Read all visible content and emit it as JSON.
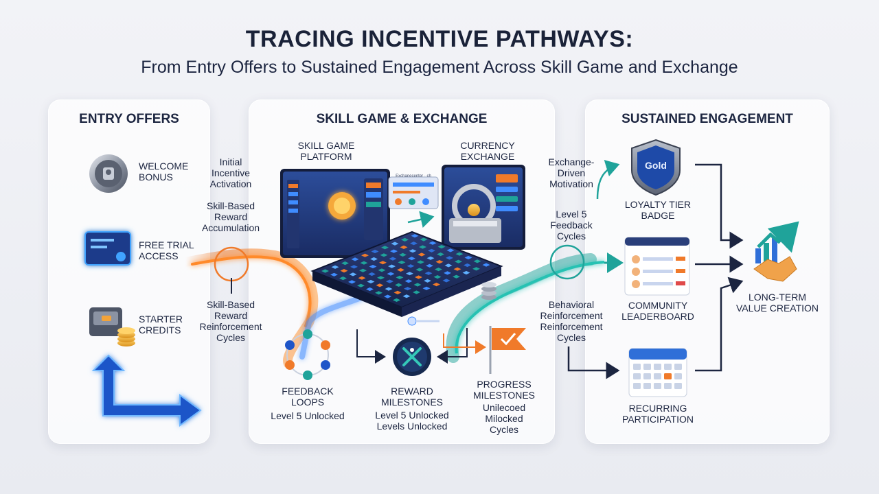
{
  "header": {
    "title": "TRACING INCENTIVE PATHWAYS:",
    "subtitle": "From Entry Offers to Sustained Engagement Across Skill Game and Exchange"
  },
  "colors": {
    "navy": "#1c2540",
    "orange": "#f07a2a",
    "teal": "#1fa39a",
    "blue": "#2f6fd8",
    "panel_bg": "#ffffff"
  },
  "entry": {
    "title": "ENTRY OFFERS",
    "items": [
      {
        "label": "WELCOME\nBONUS",
        "icon": "lock-coin-icon"
      },
      {
        "label": "FREE TRIAL\nACCESS",
        "icon": "trial-card-icon"
      },
      {
        "label": "STARTER\nCREDITS",
        "icon": "coin-stack-icon"
      }
    ],
    "arrow_icon": "forward-arrow-icon"
  },
  "connector_left": {
    "initial": "Initial\nIncentive\nActivation",
    "accumulation": "Skill-Based\nReward\nAccumulation",
    "reinforcement": "Skill-Based\nReward\nReinforcement\nCycles"
  },
  "skill": {
    "title": "SKILL GAME & EXCHANGE",
    "platform_label": "SKILL GAME\nPLATFORM",
    "exchange_label": "CURRENCY\nEXCHANGE",
    "exchange_screen_text": "Exchanecenter · ch",
    "bottom": {
      "feedback": {
        "title": "FEEDBACK\nLOOPS",
        "sub": "Level 5 Unlocked"
      },
      "reward": {
        "title": "REWARD\nMILESTONES",
        "sub": "Level 5 Unlocked\nLevels Unlocked"
      },
      "progress": {
        "title": "PROGRESS\nMILESTONES",
        "sub": "Unilecoed\nMilocked\nCycles"
      }
    }
  },
  "connector_right": {
    "exchange_driven": "Exchange-\nDriven\nMotivation",
    "level5": "Level 5\nFeedback\nCycles",
    "behavioral": "Behavioral\nReinforcement\nReinforcement\nCycles"
  },
  "sustain": {
    "title": "SUSTAINED ENGAGEMENT",
    "badge_text": "Gold",
    "badge_label": "LOYALTY TIER\nBADGE",
    "leaderboard_label": "COMMUNITY\nLEADERBOARD",
    "participation_label": "RECURRING\nPARTICIPATION",
    "value_label": "LONG-TERM\nVALUE CREATION"
  }
}
